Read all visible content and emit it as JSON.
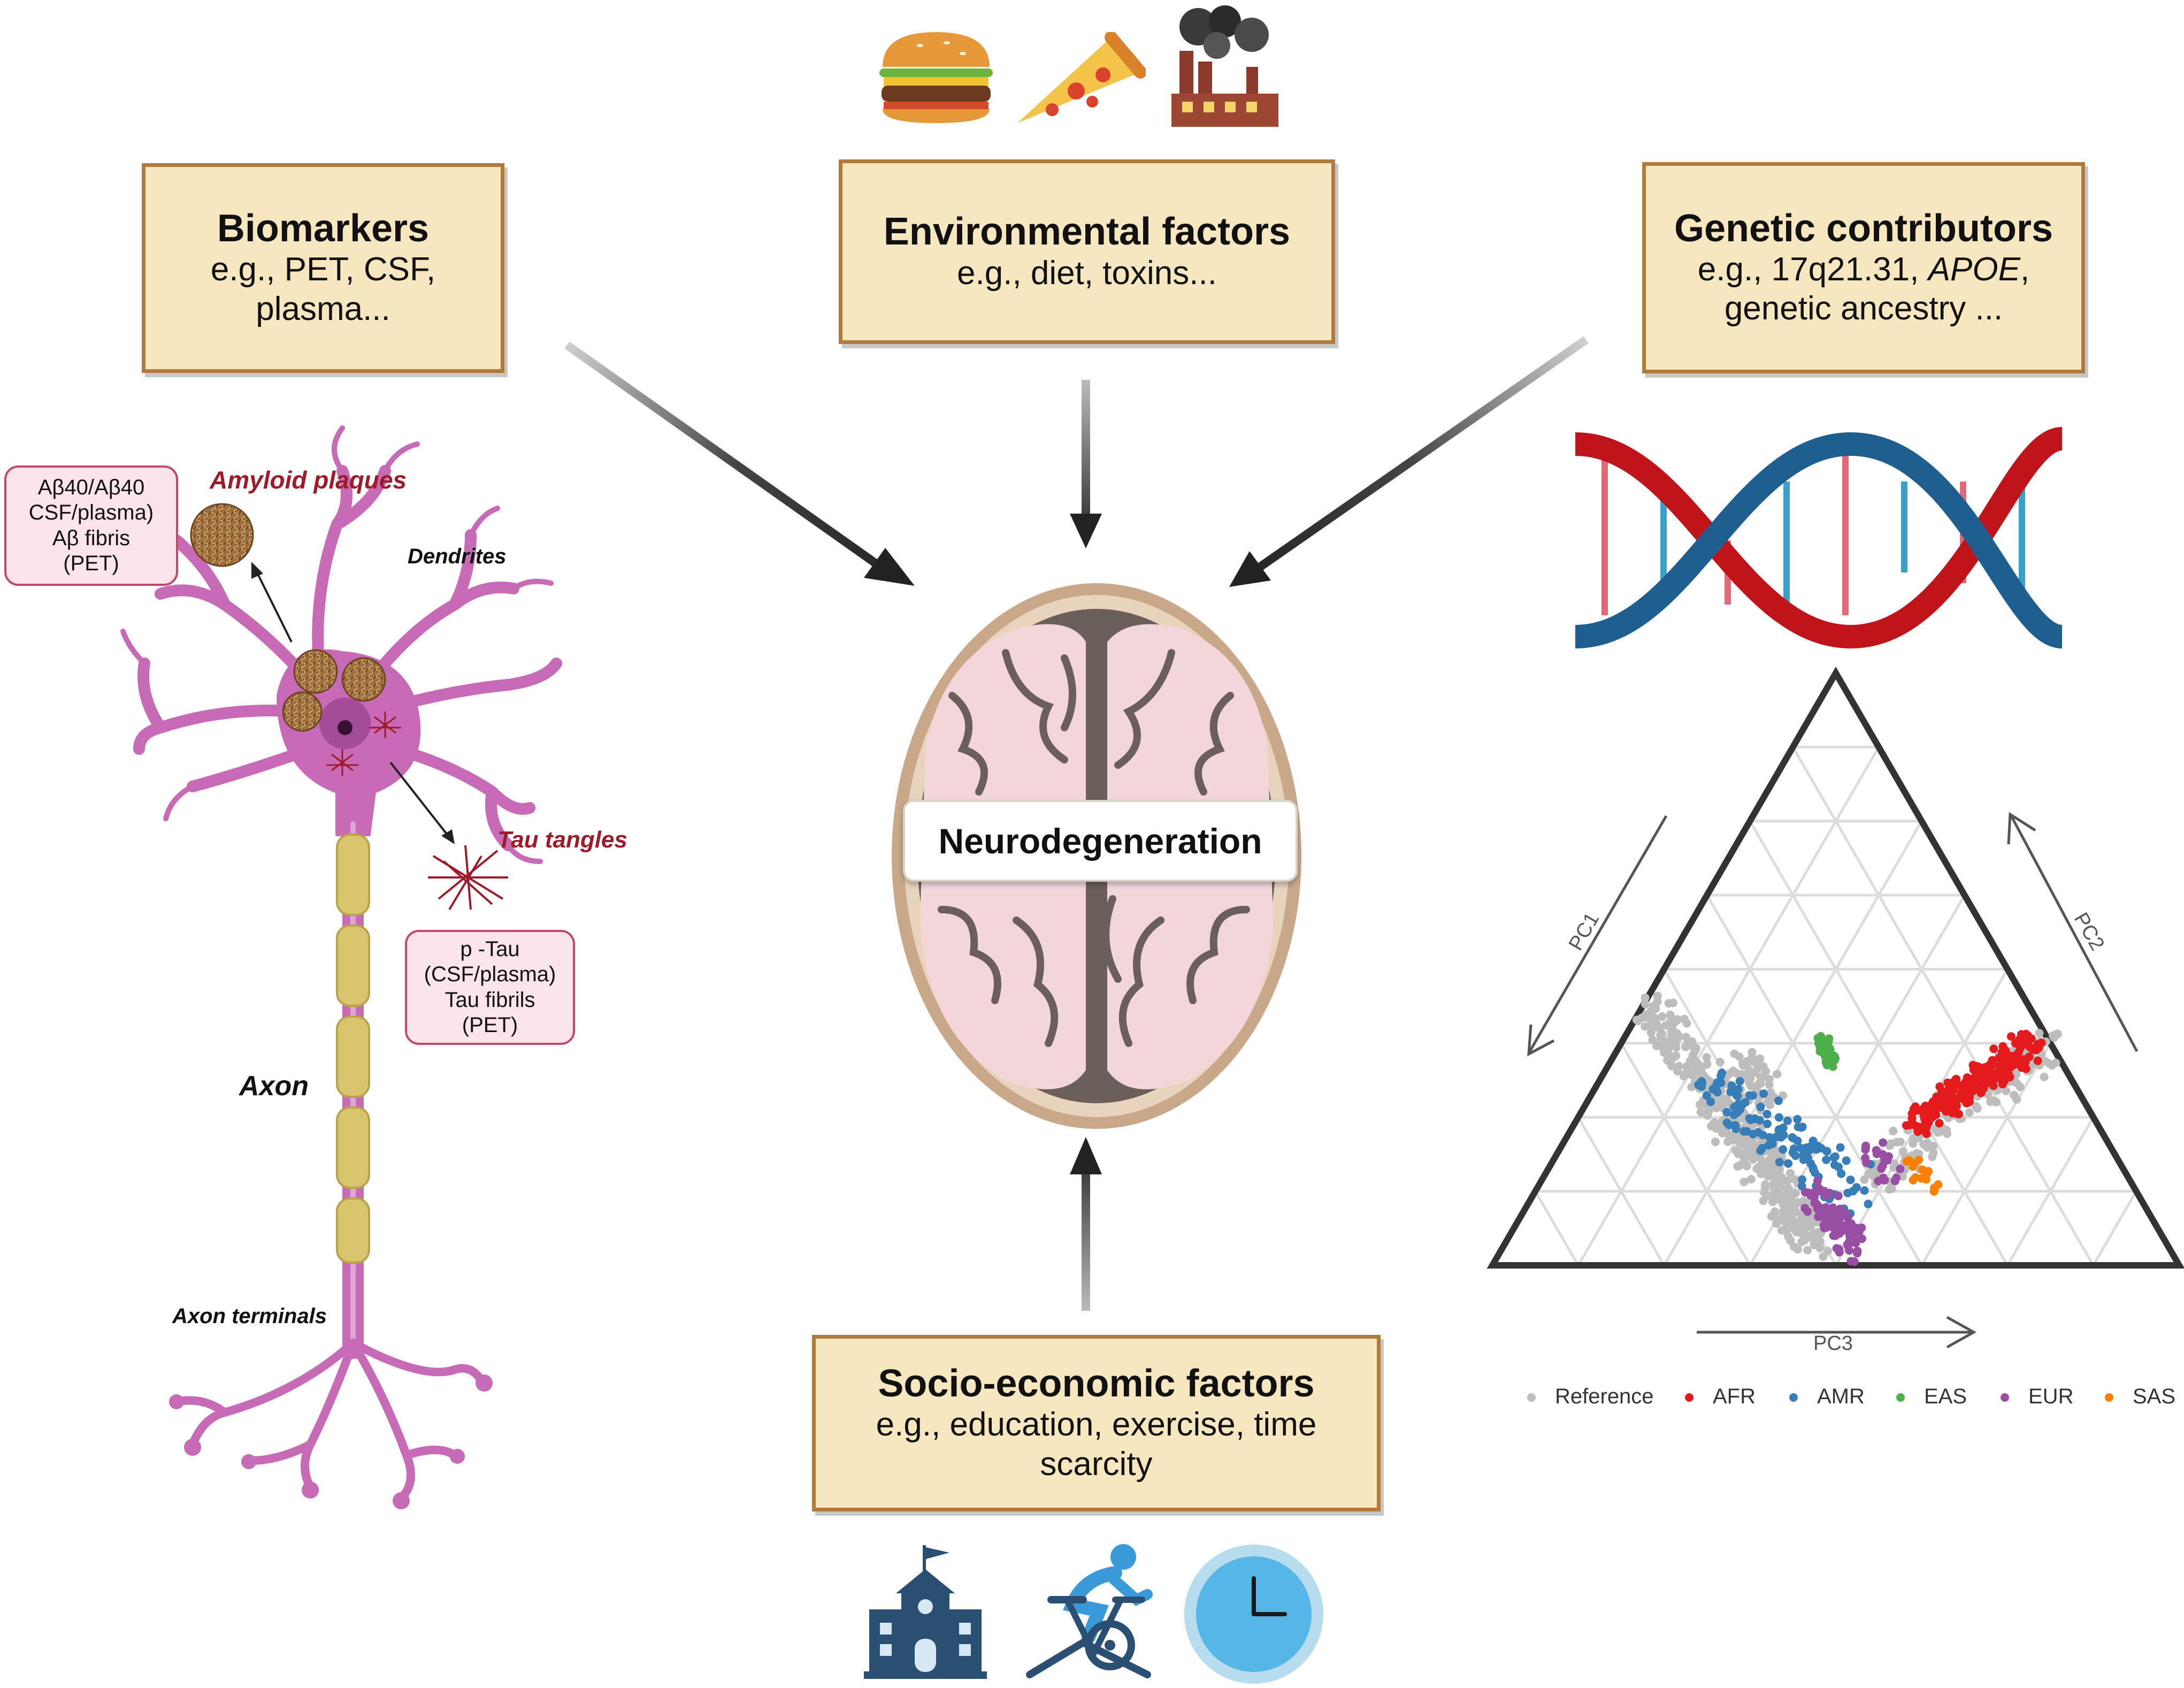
{
  "boxes": {
    "biomarkers": {
      "title": "Biomarkers",
      "line1": "e.g., PET, CSF,",
      "line2": "plasma..."
    },
    "environmental": {
      "title": "Environmental factors",
      "line1": "e.g., diet, toxins..."
    },
    "genetic": {
      "title": "Genetic contributors",
      "line1_pre": "e.g., 17q21.31, ",
      "line1_italic": "APOE",
      "line1_post": ",",
      "line2": "genetic ancestry ..."
    },
    "socio": {
      "title": "Socio-economic factors",
      "line1": "e.g., education, exercise, time",
      "line2": "scarcity"
    }
  },
  "center": {
    "label": "Neurodegeneration"
  },
  "neuron": {
    "amyloid_label": "Amyloid plaques",
    "amyloid_box": [
      "Aβ40/Aβ40",
      "CSF/plasma)",
      "Aβ fibris",
      "(PET)"
    ],
    "dendrites_label": "Dendrites",
    "tau_label": "Tau tangles",
    "tau_box": [
      "p -Tau",
      "(CSF/plasma)",
      "Tau fibrils",
      "(PET)"
    ],
    "axon_label": "Axon",
    "terminals_label": "Axon terminals"
  },
  "ternary": {
    "axis_labels": {
      "pc1": "PC1",
      "pc2": "PC2",
      "pc3": "PC3"
    },
    "legend": [
      {
        "name": "Reference",
        "color": "#bdbdbd"
      },
      {
        "name": "AFR",
        "color": "#e41a1c"
      },
      {
        "name": "AMR",
        "color": "#377eb8"
      },
      {
        "name": "EAS",
        "color": "#4daf4a"
      },
      {
        "name": "EUR",
        "color": "#984ea3"
      },
      {
        "name": "SAS",
        "color": "#ff7f00"
      }
    ]
  },
  "icons": {
    "top": [
      "burger-icon",
      "pizza-icon",
      "factory-icon"
    ],
    "bottom": [
      "school-icon",
      "exercise-bike-icon",
      "clock-icon"
    ]
  },
  "colors": {
    "box_fill": "#f6e7c0",
    "box_border": "#b07a3c",
    "neuron": "#c86bb6",
    "myelin": "#d8c56e",
    "dna_red": "#c0141b",
    "dna_blue": "#1f5f8f"
  }
}
